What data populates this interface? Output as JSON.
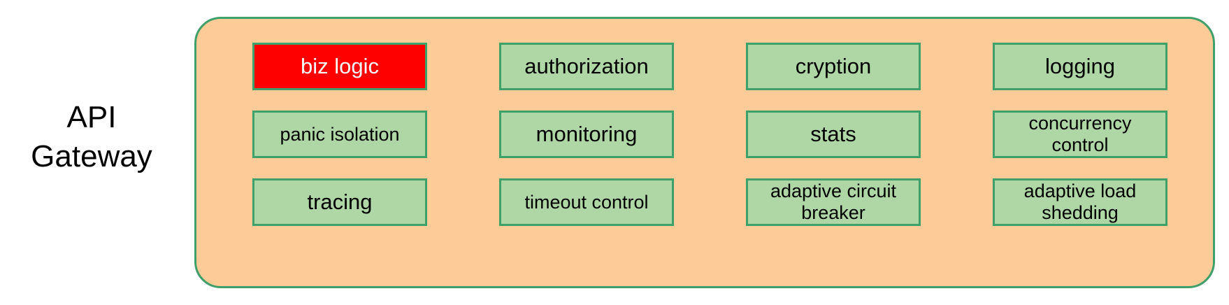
{
  "diagram": {
    "side_label": "API\nGateway",
    "panel": {
      "fill_color": "#FCCB98",
      "border_color": "#3FA06A"
    },
    "box_style": {
      "fill_color": "#AFD6A5",
      "border_color": "#3FA06A",
      "text_color": "#000000",
      "highlight_fill_color": "#FF0000",
      "highlight_text_color": "#FFFFFF"
    },
    "rows": [
      {
        "cells": [
          {
            "label": "biz logic",
            "highlight": true,
            "small": false
          },
          {
            "label": "authorization",
            "highlight": false,
            "small": false
          },
          {
            "label": "cryption",
            "highlight": false,
            "small": false
          },
          {
            "label": "logging",
            "highlight": false,
            "small": false
          }
        ]
      },
      {
        "cells": [
          {
            "label": "panic isolation",
            "highlight": false,
            "small": true
          },
          {
            "label": "monitoring",
            "highlight": false,
            "small": false
          },
          {
            "label": "stats",
            "highlight": false,
            "small": false
          },
          {
            "label": "concurrency\ncontrol",
            "highlight": false,
            "small": true
          }
        ]
      },
      {
        "cells": [
          {
            "label": "tracing",
            "highlight": false,
            "small": false
          },
          {
            "label": "timeout control",
            "highlight": false,
            "small": true
          },
          {
            "label": "adaptive circuit\nbreaker",
            "highlight": false,
            "small": true
          },
          {
            "label": "adaptive load\nshedding",
            "highlight": false,
            "small": true
          }
        ]
      }
    ]
  }
}
